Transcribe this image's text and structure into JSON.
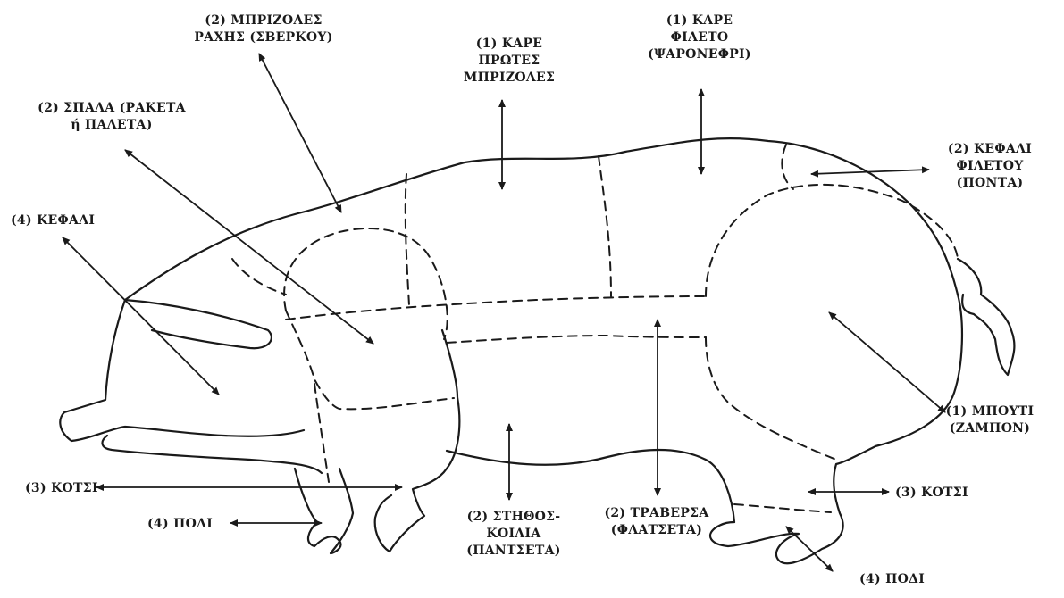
{
  "labels": {
    "mprizoles_raxis": [
      "(2) ΜΠΡΙΖΟΛΕΣ",
      "ΡΑΧΗΣ (ΣΒΕΡΚΟΥ)"
    ],
    "kare_protes": [
      "(1) ΚΑΡΕ",
      "ΠΡΩΤΕΣ",
      "ΜΠΡΙΖΟΛΕΣ"
    ],
    "kare_fileto": [
      "(1) ΚΑΡΕ",
      "ΦΙΛΕΤΟ",
      "(ΨΑΡΟΝΕΦΡΙ)"
    ],
    "spala": [
      "(2) ΣΠΑΛΑ (ΡΑΚΕΤΑ",
      "ή ΠΑΛΕΤΑ)"
    ],
    "kefali_filetou": [
      "(2) ΚΕΦΑΛΙ",
      "ΦΙΛΕΤΟΥ",
      "(ΠΟΝΤΑ)"
    ],
    "kefali": [
      "(4) ΚΕΦΑΛΙ"
    ],
    "mpouti": [
      "(1) ΜΠΟΥΤΙ",
      "(ΖΑΜΠΟΝ)"
    ],
    "kotsi_front": [
      "(3) ΚΟΤΣΙ"
    ],
    "podi_front": [
      "(4) ΠΟΔΙ"
    ],
    "stithos": [
      "(2) ΣΤΗΘΟΣ-",
      "ΚΟΙΛΙΑ",
      "(ΠΑΝΤΣΕΤΑ)"
    ],
    "traversa": [
      "(2) ΤΡΑΒΕΡΣΑ",
      "(ΦΛΑΤΣΕΤΑ)"
    ],
    "kotsi_back": [
      "(3) ΚΟΤΣΙ"
    ],
    "podi_back": [
      "(4) ΠΟΔΙ"
    ]
  },
  "colors": {
    "ink": "#1a1a1a",
    "background": "#ffffff"
  }
}
